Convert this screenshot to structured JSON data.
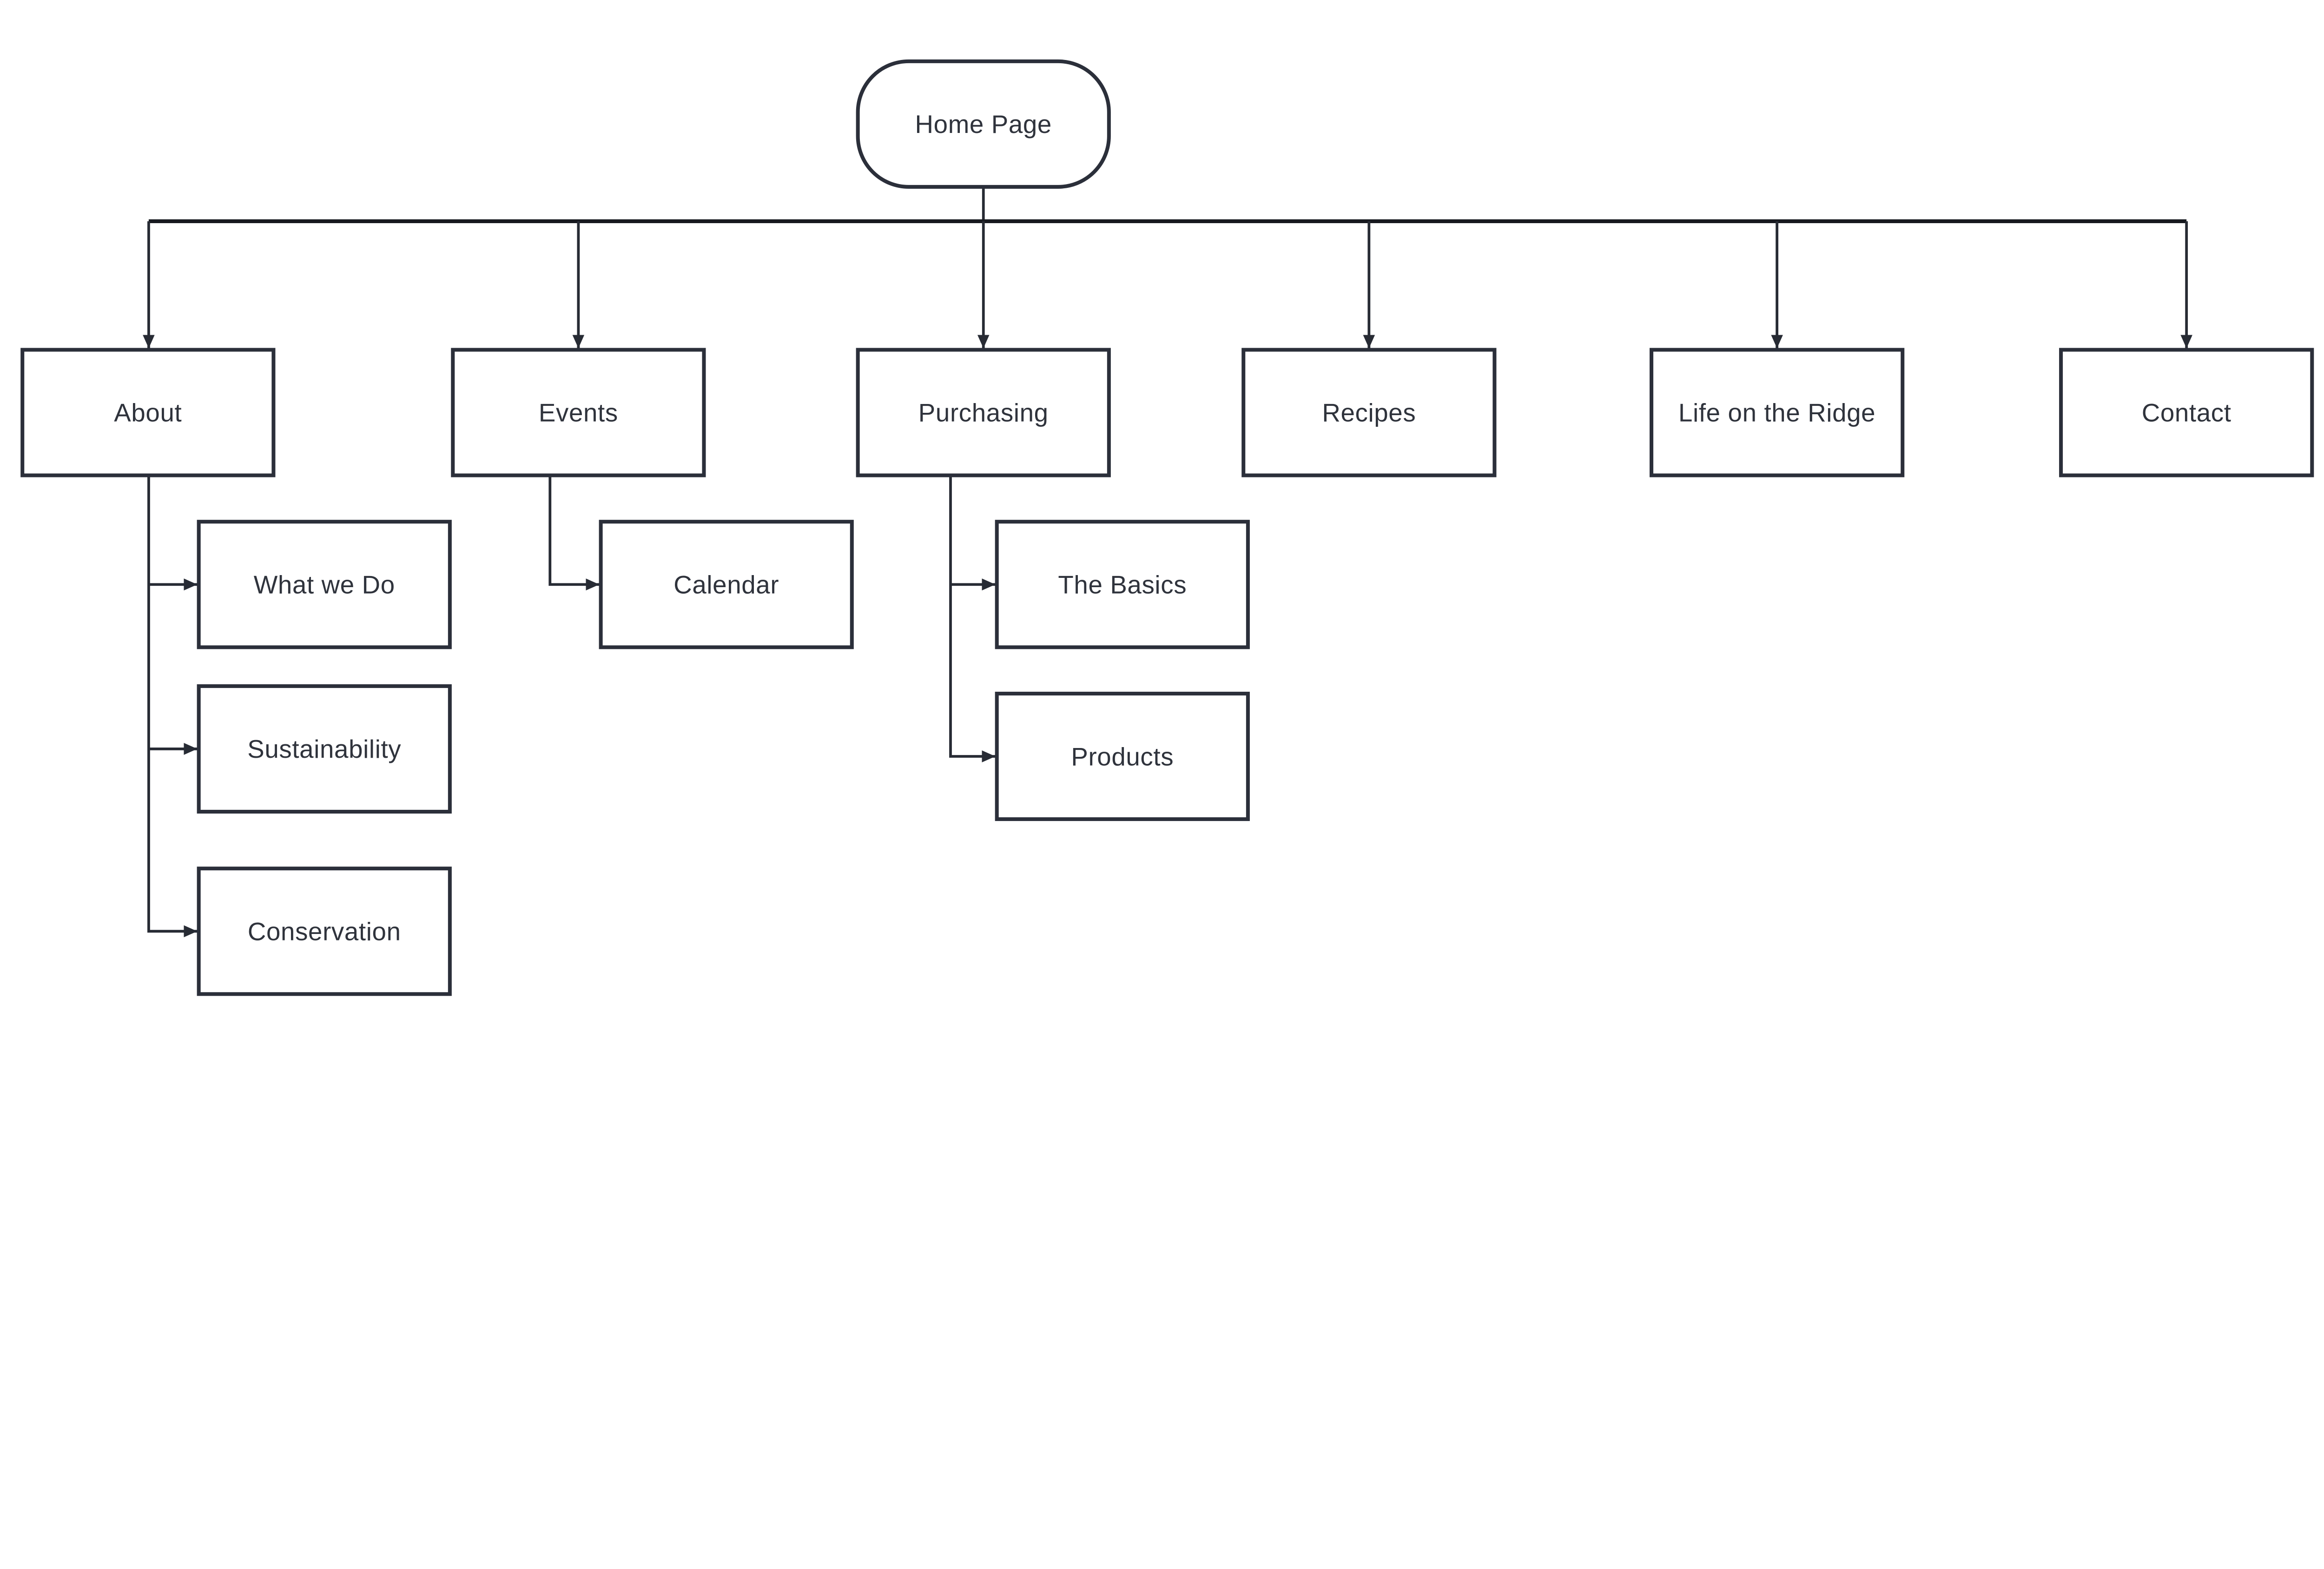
{
  "diagram": {
    "type": "sitemap-flowchart",
    "nodes": {
      "home": {
        "label": "Home Page",
        "shape": "rounded",
        "level": 0
      },
      "about": {
        "label": "About",
        "shape": "rectangle",
        "level": 1
      },
      "events": {
        "label": "Events",
        "shape": "rectangle",
        "level": 1
      },
      "purchasing": {
        "label": "Purchasing",
        "shape": "rectangle",
        "level": 1
      },
      "recipes": {
        "label": "Recipes",
        "shape": "rectangle",
        "level": 1
      },
      "life_on_the_ridge": {
        "label": "Life on the Ridge",
        "shape": "rectangle",
        "level": 1
      },
      "contact": {
        "label": "Contact",
        "shape": "rectangle",
        "level": 1
      },
      "what_we_do": {
        "label": "What we Do",
        "shape": "rectangle",
        "level": 2
      },
      "sustainability": {
        "label": "Sustainability",
        "shape": "rectangle",
        "level": 2
      },
      "conservation": {
        "label": "Conservation",
        "shape": "rectangle",
        "level": 2
      },
      "calendar": {
        "label": "Calendar",
        "shape": "rectangle",
        "level": 2
      },
      "the_basics": {
        "label": "The Basics",
        "shape": "rectangle",
        "level": 2
      },
      "products": {
        "label": "Products",
        "shape": "rectangle",
        "level": 2
      }
    },
    "edges": [
      {
        "from": "home",
        "to": "about"
      },
      {
        "from": "home",
        "to": "events"
      },
      {
        "from": "home",
        "to": "purchasing"
      },
      {
        "from": "home",
        "to": "recipes"
      },
      {
        "from": "home",
        "to": "life_on_the_ridge"
      },
      {
        "from": "home",
        "to": "contact"
      },
      {
        "from": "about",
        "to": "what_we_do"
      },
      {
        "from": "about",
        "to": "sustainability"
      },
      {
        "from": "about",
        "to": "conservation"
      },
      {
        "from": "events",
        "to": "calendar"
      },
      {
        "from": "purchasing",
        "to": "the_basics"
      },
      {
        "from": "purchasing",
        "to": "products"
      }
    ]
  },
  "colors": {
    "background": "#ffffff",
    "node_fill": "#ffffff",
    "node_border": "#2b2f3a",
    "connector": "#272b34",
    "trunk": "#17191f",
    "label_text": "#2f333c"
  }
}
